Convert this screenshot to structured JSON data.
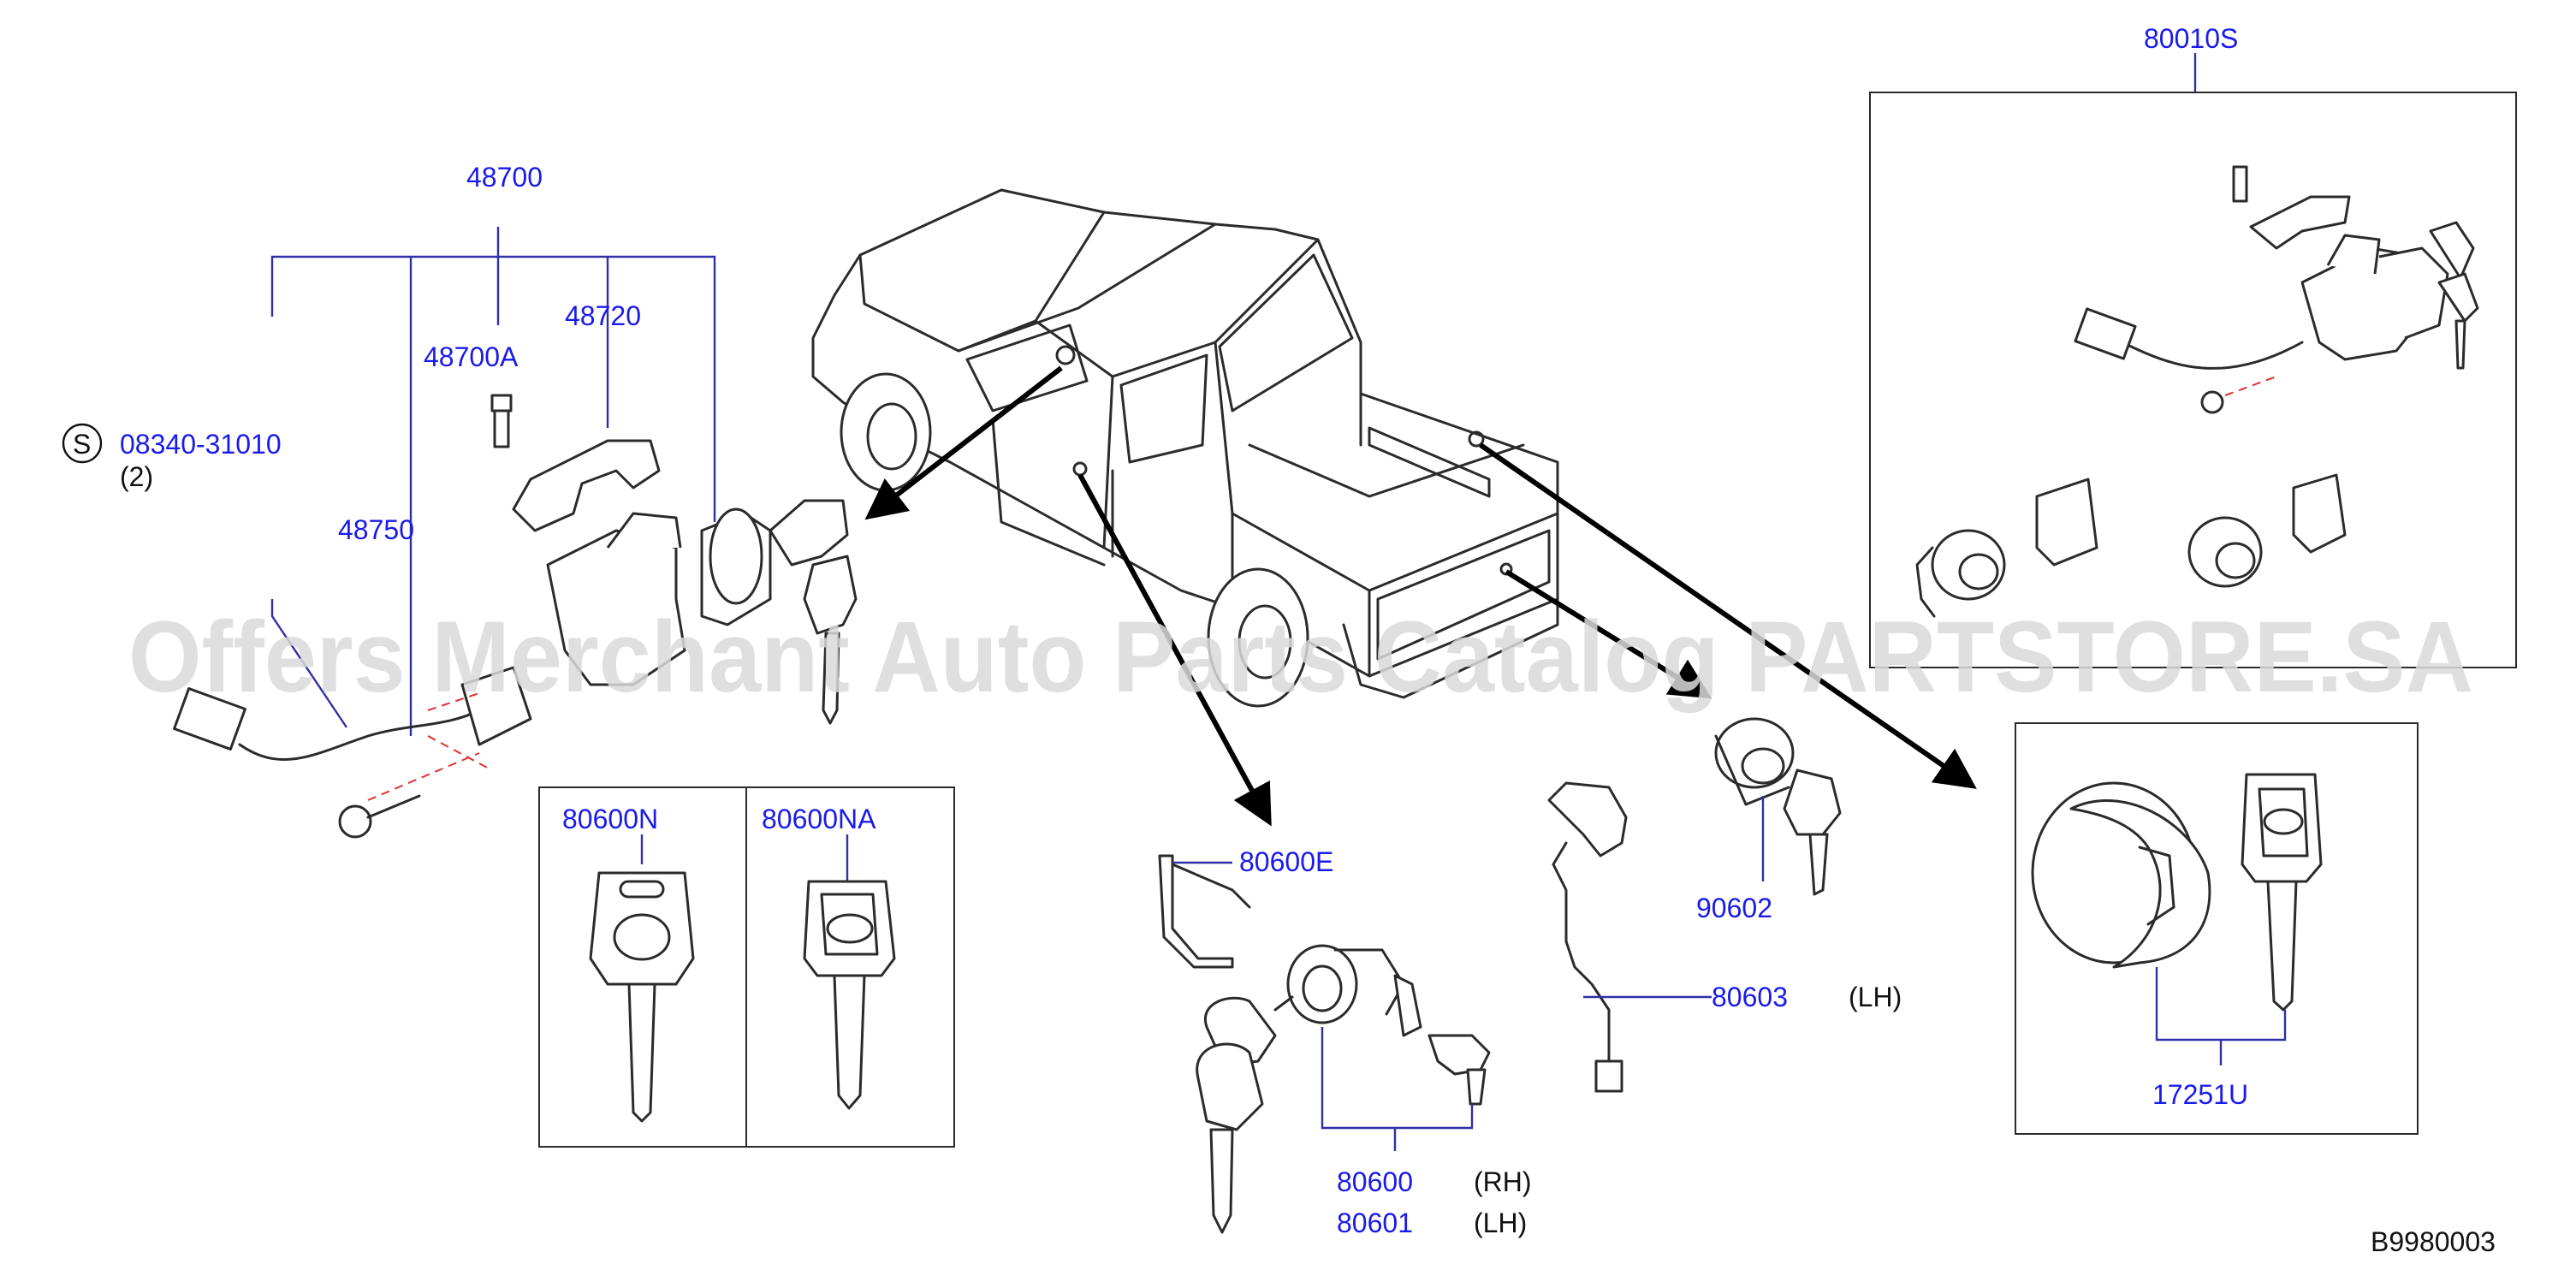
{
  "parts": {
    "p48700": "48700",
    "p48720": "48720",
    "p48700A": "48700A",
    "p48750": "48750",
    "p08340": "08340-31010",
    "s_symbol": "S",
    "qty": "(2)",
    "p80010S": "80010S",
    "p80600N": "80600N",
    "p80600NA": "80600NA",
    "p80600E": "80600E",
    "p80600": "80600",
    "p80601": "80601",
    "rh": "(RH)",
    "lh1": "(LH)",
    "p80603": "80603",
    "lh2": "(LH)",
    "p90602": "90602",
    "p17251U": "17251U"
  },
  "figure_code": "B9980003",
  "watermark": "Offers Merchant Auto Parts Catalog PARTSTORE.SA",
  "colors": {
    "part_number": "#1a1aeb",
    "leader": "#2f2fa8",
    "drawing": "#2b2b2b",
    "watermark": "#d9d9d9"
  }
}
